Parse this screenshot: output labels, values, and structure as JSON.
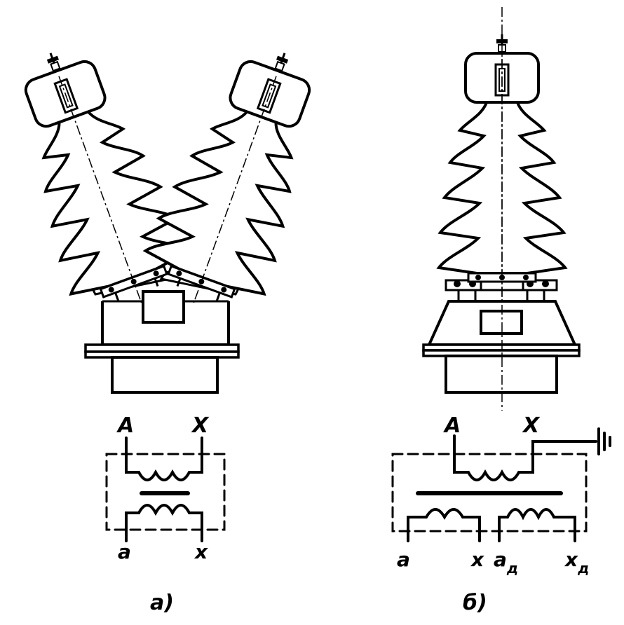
{
  "figure_a": {
    "caption": "а)",
    "primary_start": "A",
    "primary_end": "X",
    "secondary_start": "a",
    "secondary_end": "x"
  },
  "figure_b": {
    "caption": "б)",
    "primary_start": "A",
    "primary_end": "X",
    "secondary_start": "a",
    "secondary_end": "x",
    "aux_start_main": "a",
    "aux_start_sub": "д",
    "aux_end_main": "x",
    "aux_end_sub": "д"
  },
  "colors": {
    "ink": "#000000",
    "paper": "#ffffff"
  }
}
